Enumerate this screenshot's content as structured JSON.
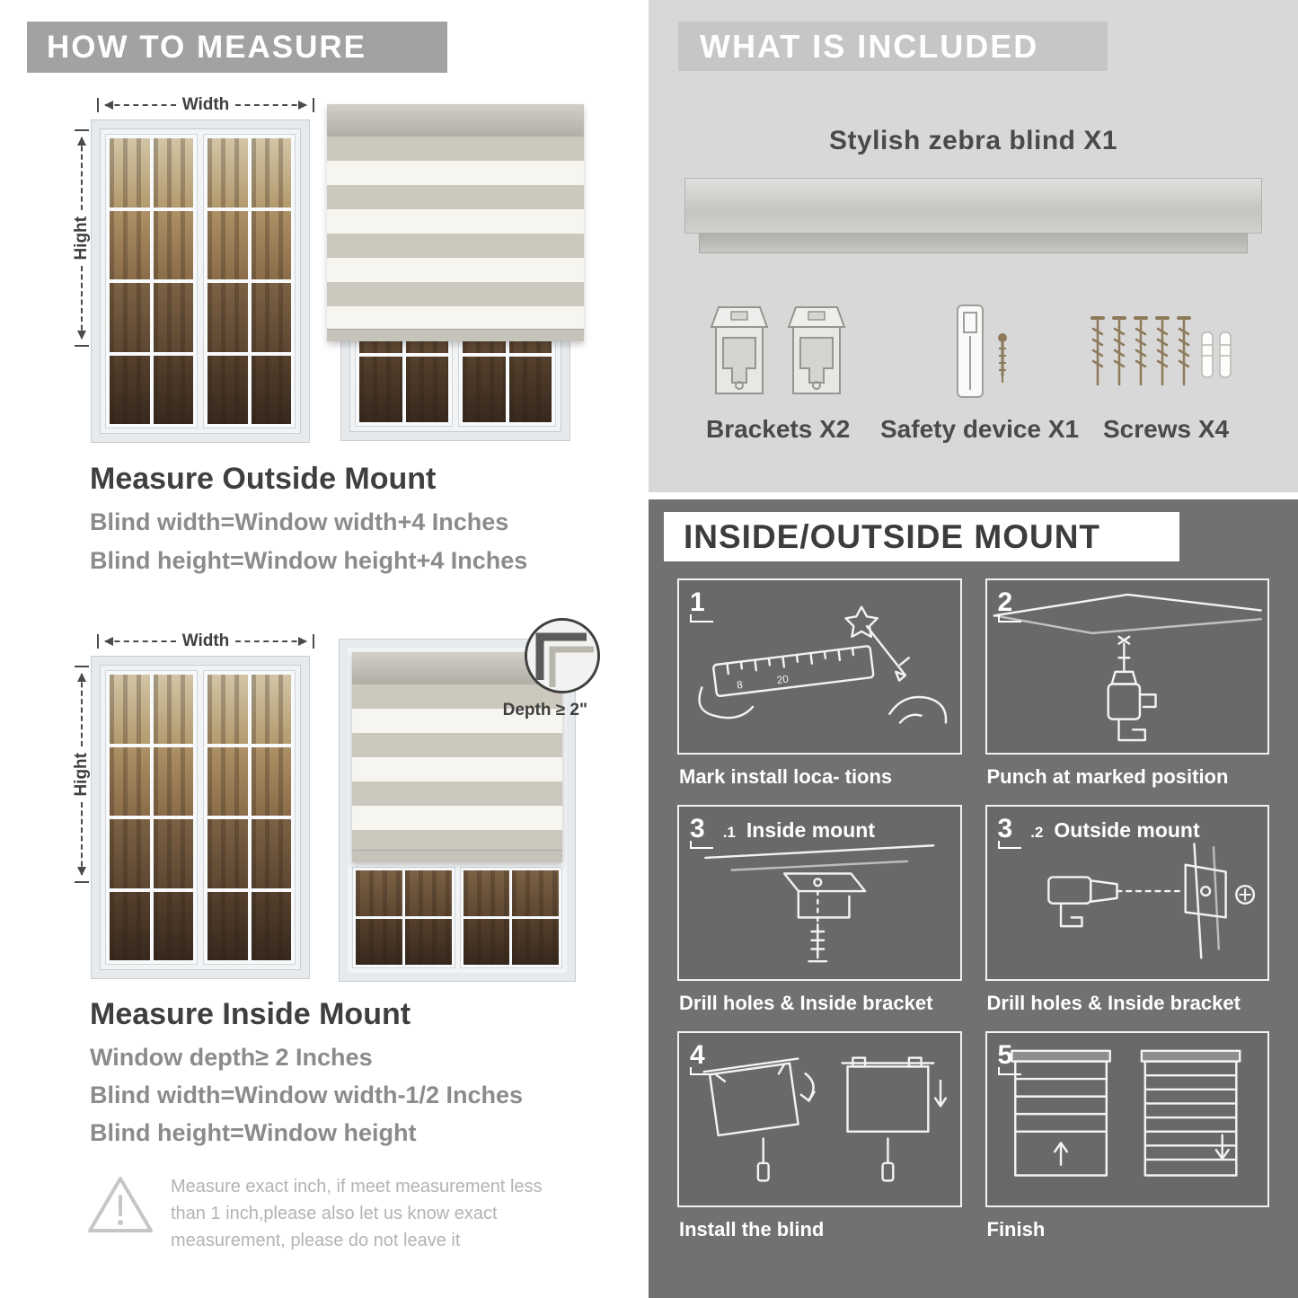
{
  "colors": {
    "header_gray": "#a2a2a2",
    "band_gray": "#c6c6c6",
    "panel_light": "#d8d8d8",
    "panel_dark": "#717171",
    "step_box": "#696969",
    "text_dark": "#3f3f3f",
    "text_gray": "#8b8b8b",
    "text_faint": "#b3b3b3"
  },
  "left": {
    "header": "HOW TO MEASURE",
    "width_label": "Width",
    "height_label": "Hight",
    "outside": {
      "title": "Measure Outside Mount",
      "line1": "Blind width=Window width+4 Inches",
      "line2": "Blind height=Window height+4 Inches"
    },
    "inside": {
      "depth_label": "Depth ≥ 2\"",
      "title": "Measure Inside Mount",
      "line1": "Window depth≥ 2 Inches",
      "line2": "Blind width=Window width-1/2 Inches",
      "line3": "Blind height=Window height"
    },
    "warning": {
      "icon": "warning-triangle-icon",
      "text": "Measure exact inch, if meet measurement less than 1 inch,please also let us know exact measurement, please do not leave it"
    }
  },
  "right": {
    "included": {
      "header": "WHAT IS INCLUDED",
      "product": "Stylish zebra blind X1",
      "labels": {
        "brackets": "Brackets X2",
        "safety": "Safety device X1",
        "screws": "Screws X4"
      }
    },
    "mount": {
      "header": "INSIDE/OUTSIDE MOUNT",
      "steps": [
        {
          "num": "1",
          "caption": "Mark install loca- tions"
        },
        {
          "num": "2",
          "caption": "Punch at  marked position"
        },
        {
          "num": "3",
          "sub": ".1",
          "title": "Inside mount",
          "caption": "Drill holes &  Inside bracket"
        },
        {
          "num": "3",
          "sub": ".2",
          "title": "Outside mount",
          "caption": "Drill holes &  Inside bracket"
        },
        {
          "num": "4",
          "caption": "Install the blind"
        },
        {
          "num": "5",
          "caption": "Finish"
        }
      ]
    }
  }
}
